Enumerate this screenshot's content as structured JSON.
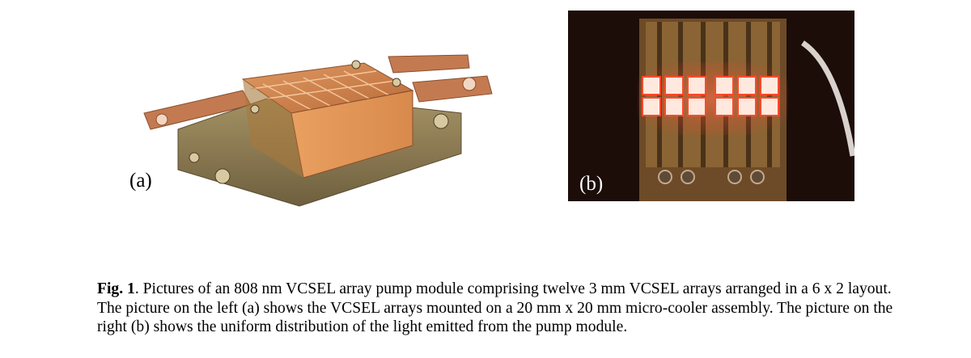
{
  "figure": {
    "panel_a_label": "(a)",
    "panel_b_label": "(b)",
    "caption": {
      "fig_label": "Fig. 1",
      "line1_rest": ". Pictures of an 808 nm VCSEL array pump module comprising twelve 3 mm VCSEL arrays arranged in a 6 x 2 layout.",
      "line2": "The picture on the left (a) shows the VCSEL arrays mounted on a 20 mm x 20 mm micro-cooler assembly. The picture on the",
      "line3": "right (b) shows the uniform distribution of the light emitted from the pump module."
    }
  }
}
